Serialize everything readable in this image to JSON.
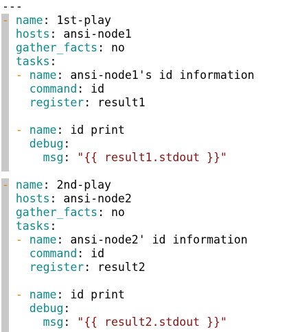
{
  "colors": {
    "background": "#ffffff",
    "gutter": "#c8c8c8",
    "list_dash": "#d98a00",
    "key": "#0a8a8a",
    "value": "#000000",
    "string": "#8b1010"
  },
  "lines": [
    {
      "indent": 0,
      "dash": "",
      "key": "",
      "sep": "",
      "value": "---",
      "string": ""
    },
    {
      "indent": 0,
      "dash": "-",
      "key": "name",
      "sep": ": ",
      "value": "1st-play",
      "string": ""
    },
    {
      "indent": 2,
      "dash": "",
      "key": "hosts",
      "sep": ": ",
      "value": "ansi-node1",
      "string": ""
    },
    {
      "indent": 2,
      "dash": "",
      "key": "gather_facts",
      "sep": ": ",
      "value": "no",
      "string": ""
    },
    {
      "indent": 2,
      "dash": "",
      "key": "tasks",
      "sep": ":",
      "value": "",
      "string": ""
    },
    {
      "indent": 2,
      "dash": "-",
      "key": "name",
      "sep": ": ",
      "value": "ansi-node1's id information",
      "string": ""
    },
    {
      "indent": 4,
      "dash": "",
      "key": "command",
      "sep": ": ",
      "value": "id",
      "string": ""
    },
    {
      "indent": 4,
      "dash": "",
      "key": "register",
      "sep": ": ",
      "value": "result1",
      "string": ""
    },
    {
      "indent": 0,
      "dash": "",
      "key": "",
      "sep": "",
      "value": "",
      "string": ""
    },
    {
      "indent": 2,
      "dash": "-",
      "key": "name",
      "sep": ": ",
      "value": "id print",
      "string": ""
    },
    {
      "indent": 4,
      "dash": "",
      "key": "debug",
      "sep": ":",
      "value": "",
      "string": ""
    },
    {
      "indent": 6,
      "dash": "",
      "key": "msg",
      "sep": ": ",
      "value": "",
      "string": "\"{{ result1.stdout }}\""
    },
    {
      "indent": 0,
      "dash": "",
      "key": "",
      "sep": "",
      "value": "",
      "string": ""
    },
    {
      "indent": 0,
      "dash": "-",
      "key": "name",
      "sep": ": ",
      "value": "2nd-play",
      "string": ""
    },
    {
      "indent": 2,
      "dash": "",
      "key": "hosts",
      "sep": ": ",
      "value": "ansi-node2",
      "string": ""
    },
    {
      "indent": 2,
      "dash": "",
      "key": "gather_facts",
      "sep": ": ",
      "value": "no",
      "string": ""
    },
    {
      "indent": 2,
      "dash": "",
      "key": "tasks",
      "sep": ":",
      "value": "",
      "string": ""
    },
    {
      "indent": 2,
      "dash": "-",
      "key": "name",
      "sep": ": ",
      "value": "ansi-node2' id information",
      "string": ""
    },
    {
      "indent": 4,
      "dash": "",
      "key": "command",
      "sep": ": ",
      "value": "id",
      "string": ""
    },
    {
      "indent": 4,
      "dash": "",
      "key": "register",
      "sep": ": ",
      "value": "result2",
      "string": ""
    },
    {
      "indent": 0,
      "dash": "",
      "key": "",
      "sep": "",
      "value": "",
      "string": ""
    },
    {
      "indent": 2,
      "dash": "-",
      "key": "name",
      "sep": ": ",
      "value": "id print",
      "string": ""
    },
    {
      "indent": 4,
      "dash": "",
      "key": "debug",
      "sep": ":",
      "value": "",
      "string": ""
    },
    {
      "indent": 6,
      "dash": "",
      "key": "msg",
      "sep": ": ",
      "value": "",
      "string": "\"{{ result2.stdout }}\""
    }
  ]
}
